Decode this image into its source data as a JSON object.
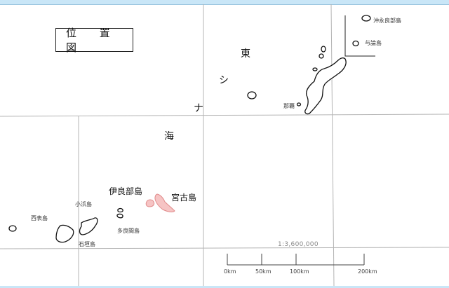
{
  "title": "位 置 図",
  "sea_name": [
    "東",
    "シ",
    "ナ",
    "海"
  ],
  "islands": {
    "okinoerabu": "沖永良部島",
    "yoron": "与論島",
    "naha": "那覇",
    "irabu": "伊良部島",
    "miyako": "宮古島",
    "tarama": "多良間島",
    "iriomote": "西表島",
    "kohama": "小浜島",
    "ishigaki": "石垣島"
  },
  "scale": {
    "ratio": "1:3,600,000",
    "ticks": [
      "0km",
      "50km",
      "100km",
      "200km"
    ]
  },
  "colors": {
    "coastline": "#111111",
    "highlight_fill": "#f6c4c4",
    "highlight_stroke": "#e08a8a",
    "grid": "#b4b4b4",
    "frame_band": "#c9e6f7"
  }
}
